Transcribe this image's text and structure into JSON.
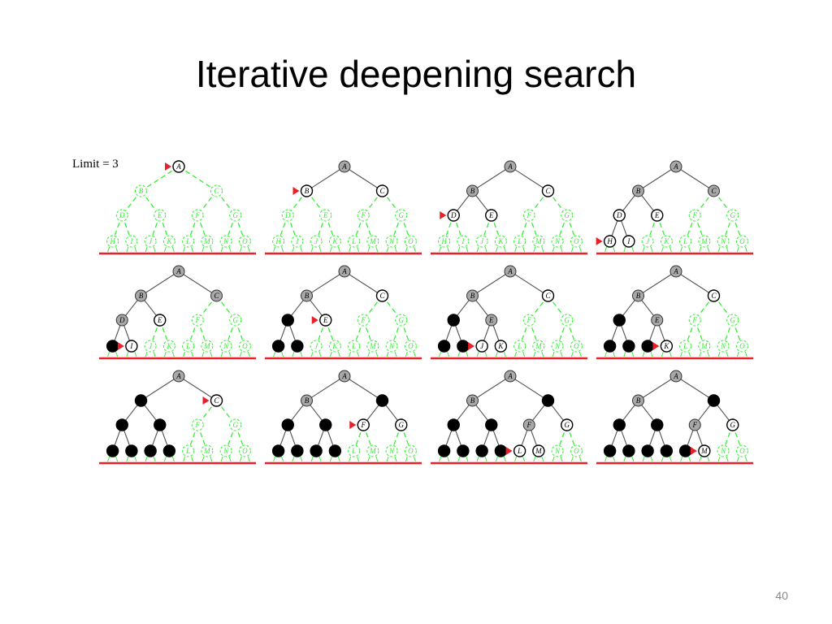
{
  "slide": {
    "title": "Iterative deepening search",
    "limit_label": "Limit = 3",
    "page_number": "40"
  },
  "tree": {
    "levels": [
      [
        "A"
      ],
      [
        "B",
        "C"
      ],
      [
        "D",
        "E",
        "F",
        "G"
      ],
      [
        "H",
        "I",
        "J",
        "K",
        "L",
        "M",
        "N",
        "O"
      ]
    ]
  },
  "colors": {
    "explored": "#000000",
    "expanded": "#a8a8a8",
    "frontier": "#ffffff",
    "unvisited": "#33ee33",
    "pointer": "#e8202a",
    "edge_visited": "#555555",
    "baseline": "#e8202a"
  },
  "legend_states": {
    "k": "explored (black)",
    "g": "expanded (gray)",
    "w": "frontier (white)",
    "u": "not yet generated (green dashed)"
  },
  "steps": [
    {
      "states": "wuuuuuuuuuuuuuu",
      "pointer": "A"
    },
    {
      "states": "gwwuuuuuuuuuuuu",
      "pointer": "B"
    },
    {
      "states": "ggwwwuuuuuuuuuu",
      "pointer": "D"
    },
    {
      "states": "gggwwuuwwuuuuuu",
      "pointer": "H"
    },
    {
      "states": "ggggwuukwuuuuuu",
      "pointer": "I"
    },
    {
      "states": "ggwkwuukkuuuuuu",
      "pointer": "E"
    },
    {
      "states": "ggwkguukkwwuuuu",
      "pointer": "J"
    },
    {
      "states": "ggwkguukkkwuuuu",
      "pointer": "K"
    },
    {
      "states": "gkwkkuukkkkuuuu",
      "pointer": "C"
    },
    {
      "states": "ggkkkwwkkkkuuuu",
      "pointer": "F"
    },
    {
      "states": "ggkkkgwkkkkwwuu",
      "pointer": "L"
    },
    {
      "states": "ggkkkgwkkkkkwuu",
      "pointer": "M"
    }
  ]
}
